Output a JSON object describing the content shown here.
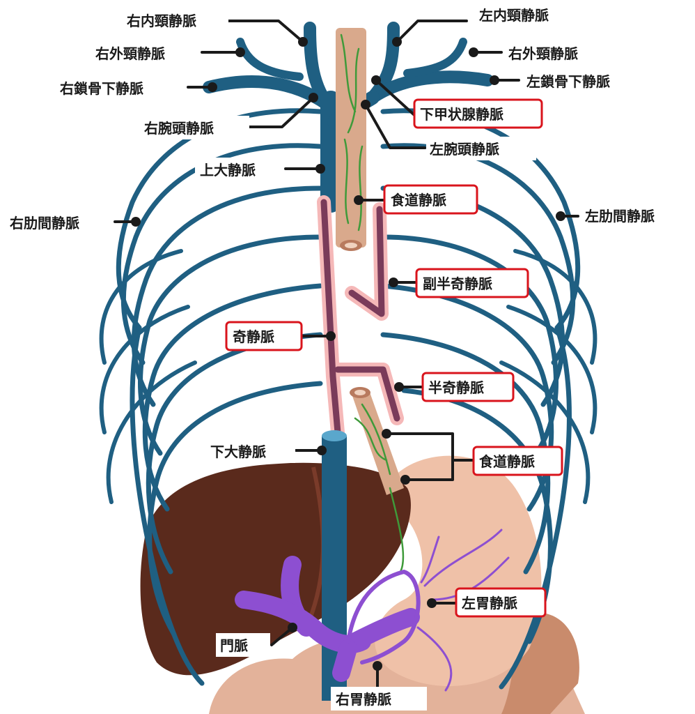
{
  "diagram": {
    "colors": {
      "systemic_vein": "#1f5f82",
      "azygos_system": "#7a3b5a",
      "azygos_highlight": "#f5b8b8",
      "portal_vein": "#8d4fd1",
      "esophageal_vein": "#3f9a3a",
      "esophagus": "#d9a98c",
      "liver": "#5a2a1c",
      "stomach": "#efc1a8",
      "highlight_border": "#d9141c"
    },
    "labels": {
      "right_internal_jugular": "右内頸静脈",
      "left_internal_jugular": "左内頸静脈",
      "right_external_jugular": "右外頸静脈",
      "left_external_jugular": "右外頸静脈",
      "right_subclavian": "右鎖骨下静脈",
      "left_subclavian": "左鎖骨下静脈",
      "inferior_thyroid": "下甲状腺静脈",
      "right_brachiocephalic": "右腕頭静脈",
      "left_brachiocephalic": "左腕頭静脈",
      "superior_vena_cava": "上大静脈",
      "esophageal_veins_upper": "食道静脈",
      "right_intercostal": "右肋間静脈",
      "left_intercostal": "左肋間静脈",
      "accessory_hemiazygos": "副半奇静脈",
      "azygos": "奇静脈",
      "hemiazygos": "半奇静脈",
      "inferior_vena_cava": "下大静脈",
      "esophageal_veins_lower": "食道静脈",
      "left_gastric": "左胃静脈",
      "portal_vein": "門脈",
      "right_gastric": "右胃静脈"
    }
  }
}
